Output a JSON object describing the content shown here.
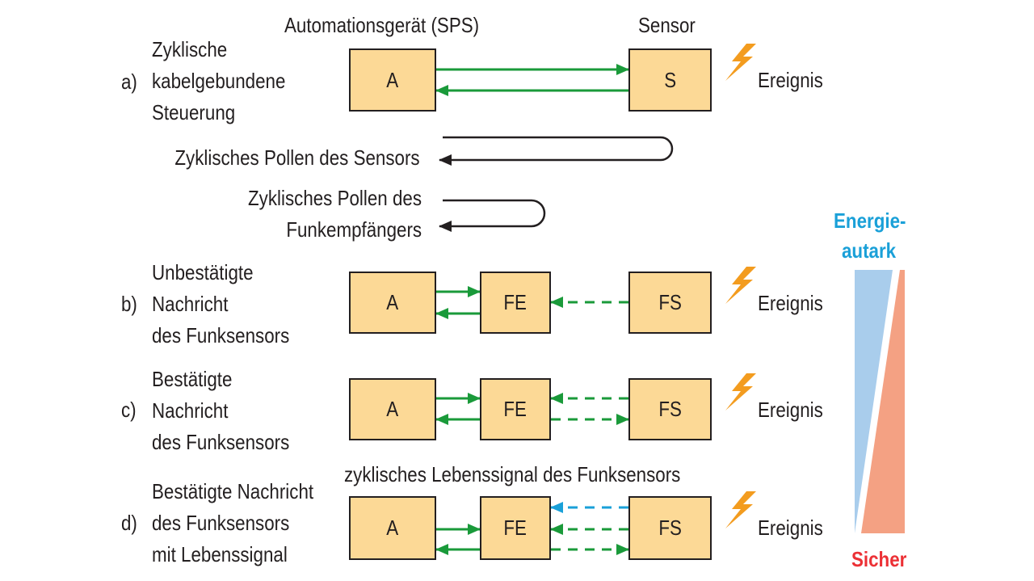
{
  "header": {
    "col_plc": "Automationsgerät (SPS)",
    "col_sensor": "Sensor"
  },
  "rows": {
    "a": {
      "letter": "a)",
      "desc": [
        "Zyklische",
        "kabelgebundene",
        "Steuerung"
      ],
      "box_left": "A",
      "box_right": "S",
      "event": "Ereignis"
    },
    "b": {
      "letter": "b)",
      "desc": [
        "Unbestätigte",
        "Nachricht",
        "des Funksensors"
      ],
      "box_left": "A",
      "box_mid": "FE",
      "box_right": "FS",
      "event": "Ereignis"
    },
    "c": {
      "letter": "c)",
      "desc": [
        "Bestätigte",
        "Nachricht",
        "des Funksensors"
      ],
      "box_left": "A",
      "box_mid": "FE",
      "box_right": "FS",
      "event": "Ereignis"
    },
    "d": {
      "letter": "d)",
      "desc": [
        "Bestätigte Nachricht",
        "des Funksensors",
        "mit Lebenssignal"
      ],
      "caption": "zyklisches Lebenssignal des Funksensors",
      "box_left": "A",
      "box_mid": "FE",
      "box_right": "FS",
      "event": "Ereignis"
    }
  },
  "polling": {
    "sensor": "Zyklisches Pollen des Sensors",
    "receiver": [
      "Zyklisches Pollen des",
      "Funkempfängers"
    ]
  },
  "scale": {
    "top_label": [
      "Energie-",
      "autark"
    ],
    "bottom_label": "Sicher",
    "top_color": "#1aa0d8",
    "bottom_color": "#ec3035"
  },
  "colors": {
    "box_fill": "#fcd996",
    "arrow_green": "#1a9a3a",
    "arrow_blue": "#1aa0d8",
    "bolt": "#f39c1f"
  },
  "icons": {
    "event": "lightning-bolt-icon"
  }
}
